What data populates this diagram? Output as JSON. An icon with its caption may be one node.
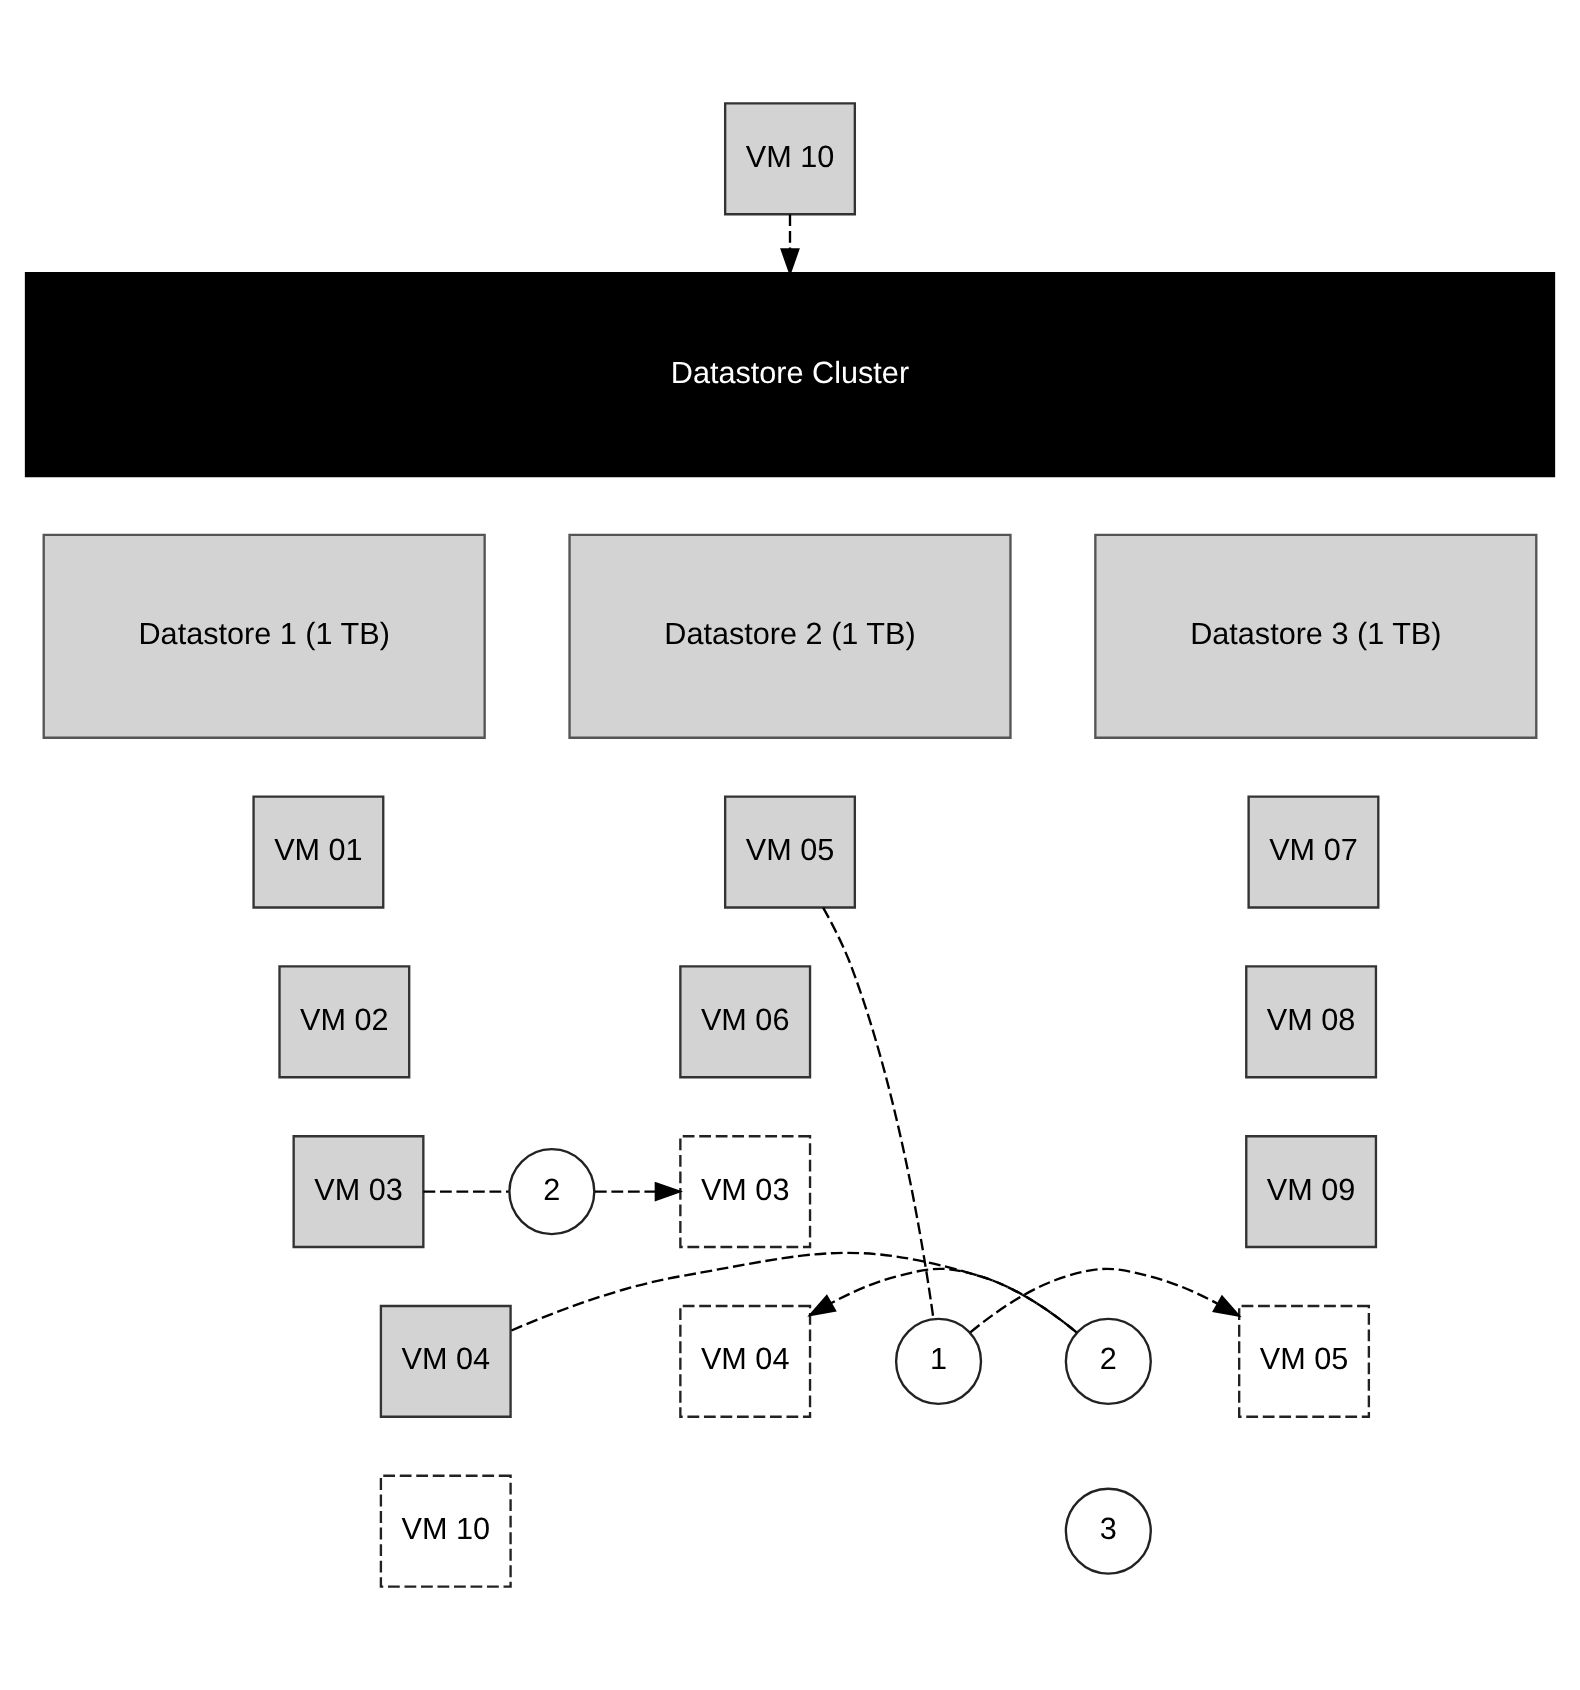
{
  "diagram": {
    "nodes": [
      {
        "text": [
          "VM 10"
        ]
      },
      {
        "text": [
          "Datastore Cluster"
        ]
      },
      {
        "text": [
          "Datastore 1 (1 TB)"
        ]
      },
      {
        "text": [
          "Datastore 2 (1 TB)"
        ]
      },
      {
        "text": [
          "Datastore 3 (1 TB)"
        ]
      },
      {
        "text": [
          "VM 01"
        ]
      },
      {
        "text": [
          "VM 02"
        ]
      },
      {
        "text": [
          "VM 03"
        ]
      },
      {
        "text": [
          "VM 04"
        ]
      },
      {
        "text": [
          "VM 10"
        ]
      },
      {
        "text": [
          "VM 05"
        ]
      },
      {
        "text": [
          "VM 06"
        ]
      },
      {
        "text": [
          "VM 03"
        ]
      },
      {
        "text": [
          "VM 04"
        ]
      },
      {
        "text": [
          "VM 07"
        ]
      },
      {
        "text": [
          "VM 08"
        ]
      },
      {
        "text": [
          "VM 09"
        ]
      },
      {
        "text": [
          "VM 05"
        ]
      },
      {
        "text": [
          "2"
        ]
      },
      {
        "text": [
          "2"
        ]
      },
      {
        "text": [
          "1"
        ]
      },
      {
        "text": [
          "3"
        ]
      }
    ],
    "edges": [
      {
        "from": 0,
        "to": 1,
        "arrow": "to",
        "style": "dashed"
      },
      {
        "from": 7,
        "to": 18,
        "arrow": "none",
        "style": "dashed"
      },
      {
        "from": 18,
        "to": 12,
        "arrow": "to",
        "style": "dashed"
      },
      {
        "from": 8,
        "to": 19,
        "arrow": "none",
        "style": "dashed"
      },
      {
        "from": 19,
        "to": 13,
        "arrow": "to",
        "style": "dashed"
      },
      {
        "from": 10,
        "to": 20,
        "arrow": "none",
        "style": "dashed"
      },
      {
        "from": 20,
        "to": 17,
        "arrow": "to",
        "style": "dashed"
      }
    ]
  }
}
